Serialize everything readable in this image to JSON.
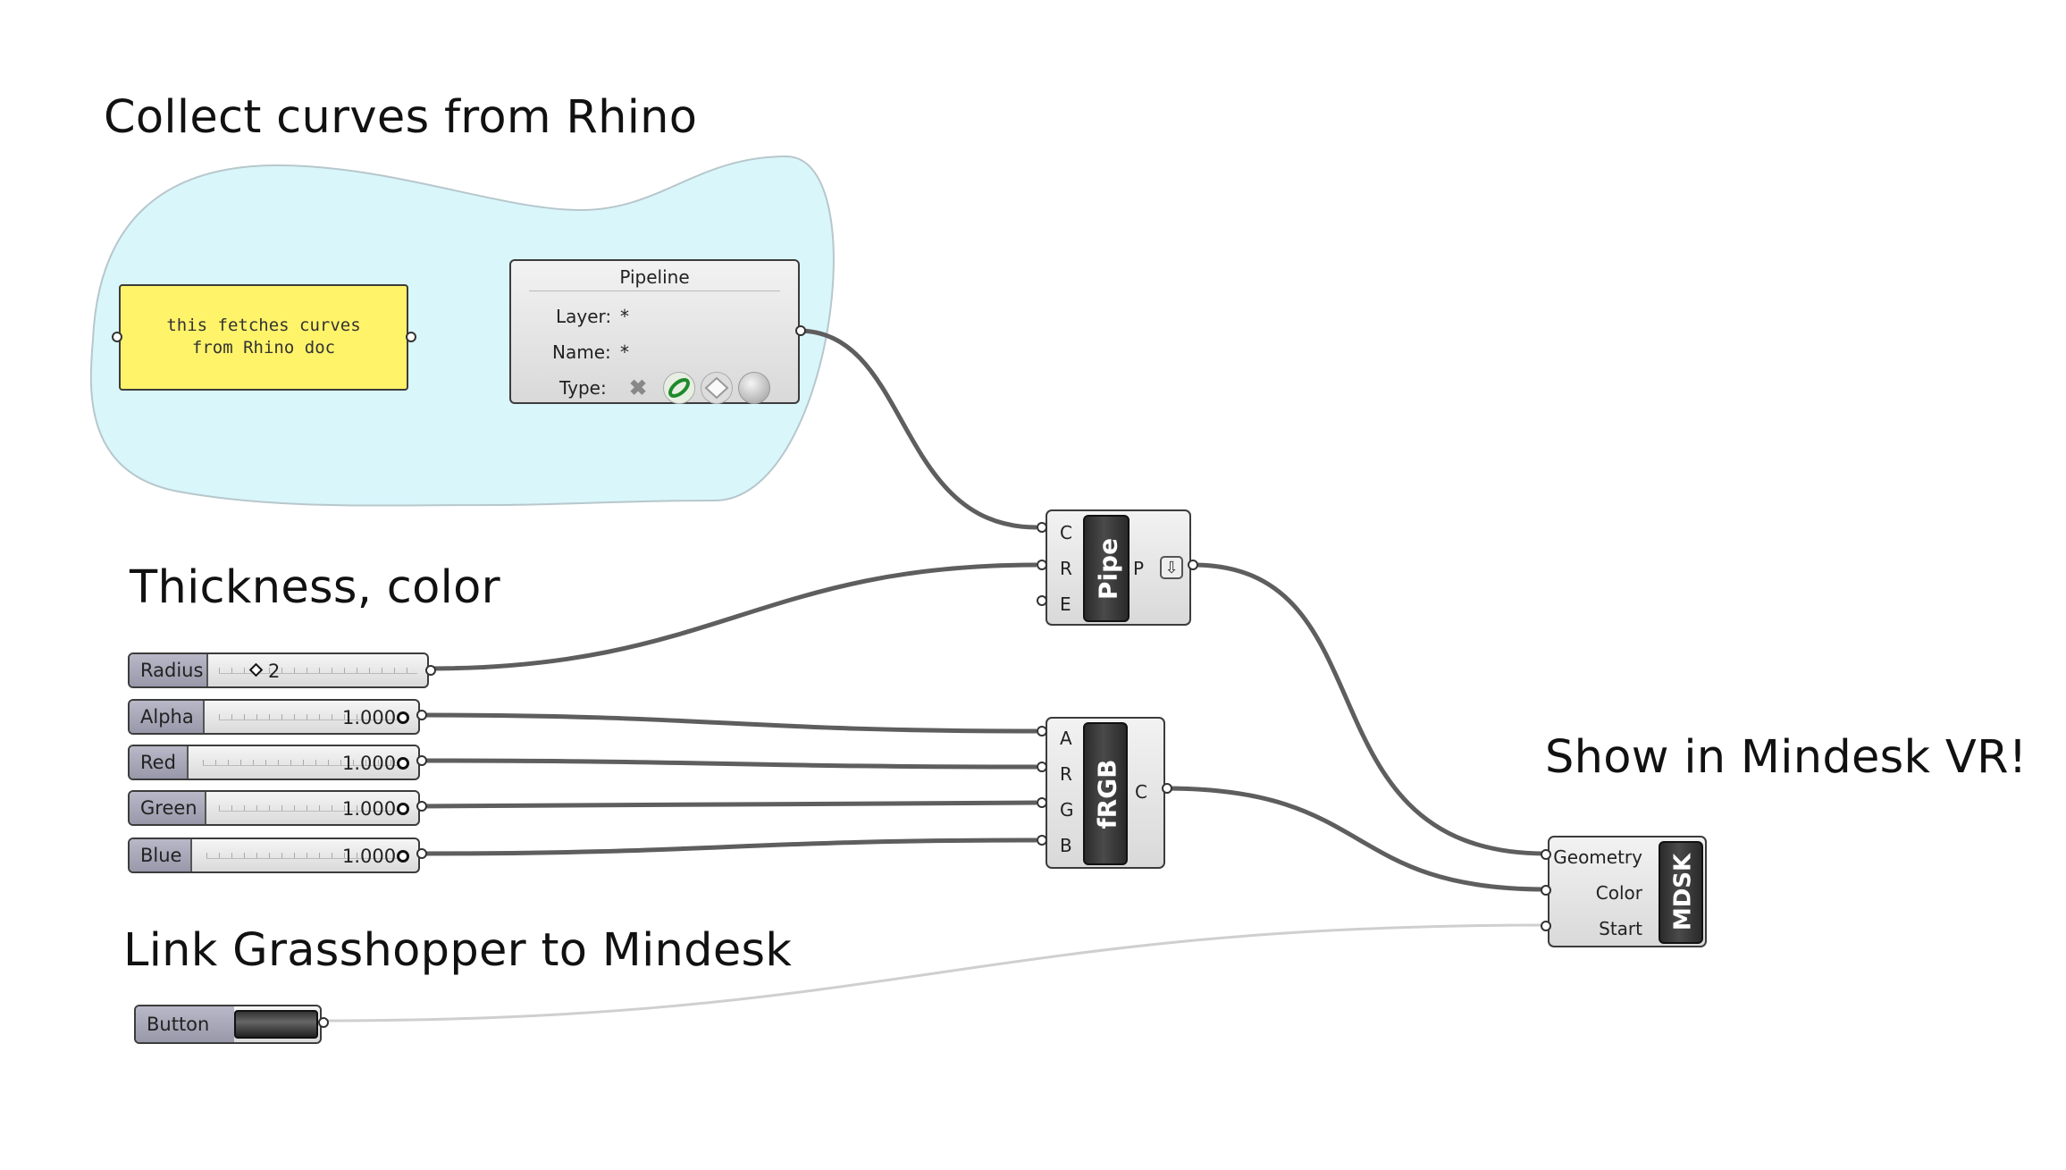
{
  "headings": {
    "collect": "Collect curves from Rhino",
    "thickness": "Thickness, color",
    "show": "Show in Mindesk VR!",
    "link": "Link Grasshopper to Mindesk"
  },
  "panel": {
    "line1": "this fetches curves",
    "line2": "from Rhino doc"
  },
  "pipeline": {
    "title": "Pipeline",
    "layer_label": "Layer:",
    "layer_value": "*",
    "name_label": "Name:",
    "name_value": "*",
    "type_label": "Type:"
  },
  "pipe": {
    "name": "Pipe",
    "inputs": [
      "C",
      "R",
      "E"
    ],
    "output": "P"
  },
  "frgb": {
    "name": "fRGB",
    "inputs": [
      "A",
      "R",
      "G",
      "B"
    ],
    "output": "C"
  },
  "mindesk": {
    "name": "MDSK",
    "inputs": [
      "Geometry",
      "Color",
      "Start"
    ]
  },
  "sliders": [
    {
      "name": "Radius",
      "value": "2"
    },
    {
      "name": "Alpha",
      "value": "1.000"
    },
    {
      "name": "Red",
      "value": "1.000"
    },
    {
      "name": "Green",
      "value": "1.000"
    },
    {
      "name": "Blue",
      "value": "1.000"
    }
  ],
  "button": {
    "label": "Button"
  },
  "colors": {
    "group_fill": "#d9f6fb",
    "panel_fill": "#fff36a",
    "wire": "#5e5e5e",
    "wire_empty": "#cfcfcf"
  }
}
